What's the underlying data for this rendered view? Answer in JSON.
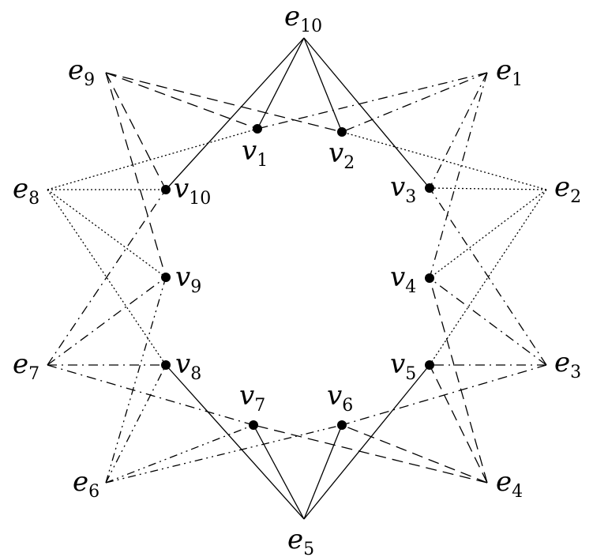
{
  "edge_vertices": [
    {
      "id": "e1",
      "base": "e",
      "sub": "1"
    },
    {
      "id": "e2",
      "base": "e",
      "sub": "2"
    },
    {
      "id": "e3",
      "base": "e",
      "sub": "3"
    },
    {
      "id": "e4",
      "base": "e",
      "sub": "4"
    },
    {
      "id": "e5",
      "base": "e",
      "sub": "5"
    },
    {
      "id": "e6",
      "base": "e",
      "sub": "6"
    },
    {
      "id": "e7",
      "base": "e",
      "sub": "7"
    },
    {
      "id": "e8",
      "base": "e",
      "sub": "8"
    },
    {
      "id": "e9",
      "base": "e",
      "sub": "9"
    },
    {
      "id": "e10",
      "base": "e",
      "sub": "10"
    }
  ],
  "vertices": [
    {
      "id": "v1",
      "base": "v",
      "sub": "1"
    },
    {
      "id": "v2",
      "base": "v",
      "sub": "2"
    },
    {
      "id": "v3",
      "base": "v",
      "sub": "3"
    },
    {
      "id": "v4",
      "base": "v",
      "sub": "4"
    },
    {
      "id": "v5",
      "base": "v",
      "sub": "5"
    },
    {
      "id": "v6",
      "base": "v",
      "sub": "6"
    },
    {
      "id": "v7",
      "base": "v",
      "sub": "7"
    },
    {
      "id": "v8",
      "base": "v",
      "sub": "8"
    },
    {
      "id": "v9",
      "base": "v",
      "sub": "9"
    },
    {
      "id": "v10",
      "base": "v",
      "sub": "10"
    }
  ],
  "hyperedges": [
    {
      "from": "e10",
      "style": "solid",
      "to": [
        "v10",
        "v1",
        "v2",
        "v3"
      ]
    },
    {
      "from": "e5",
      "style": "solid",
      "to": [
        "v8",
        "v7",
        "v6",
        "v5"
      ]
    },
    {
      "from": "e8",
      "style": "dotted",
      "to": [
        "v10",
        "v9",
        "v8",
        "v1"
      ]
    },
    {
      "from": "e2",
      "style": "dotted",
      "to": [
        "v3",
        "v4",
        "v5",
        "v2"
      ]
    },
    {
      "from": "e9",
      "style": "dashed",
      "to": [
        "v2",
        "v9",
        "v10",
        "v1"
      ]
    },
    {
      "from": "e4",
      "style": "dashed",
      "to": [
        "v7",
        "v4",
        "v5",
        "v6"
      ]
    },
    {
      "from": "e1",
      "style": "dash-dot",
      "to": [
        "v1",
        "v3",
        "v4",
        "v2"
      ]
    },
    {
      "from": "e3",
      "style": "dash-dot",
      "to": [
        "v6",
        "v5",
        "v4",
        "v3"
      ]
    },
    {
      "from": "e7",
      "style": "dash-dot",
      "to": [
        "v8",
        "v9",
        "v10",
        "v7"
      ]
    },
    {
      "from": "e6",
      "style": "dash-dot-dot",
      "to": [
        "v7",
        "v6",
        "v8",
        "v9"
      ]
    }
  ]
}
